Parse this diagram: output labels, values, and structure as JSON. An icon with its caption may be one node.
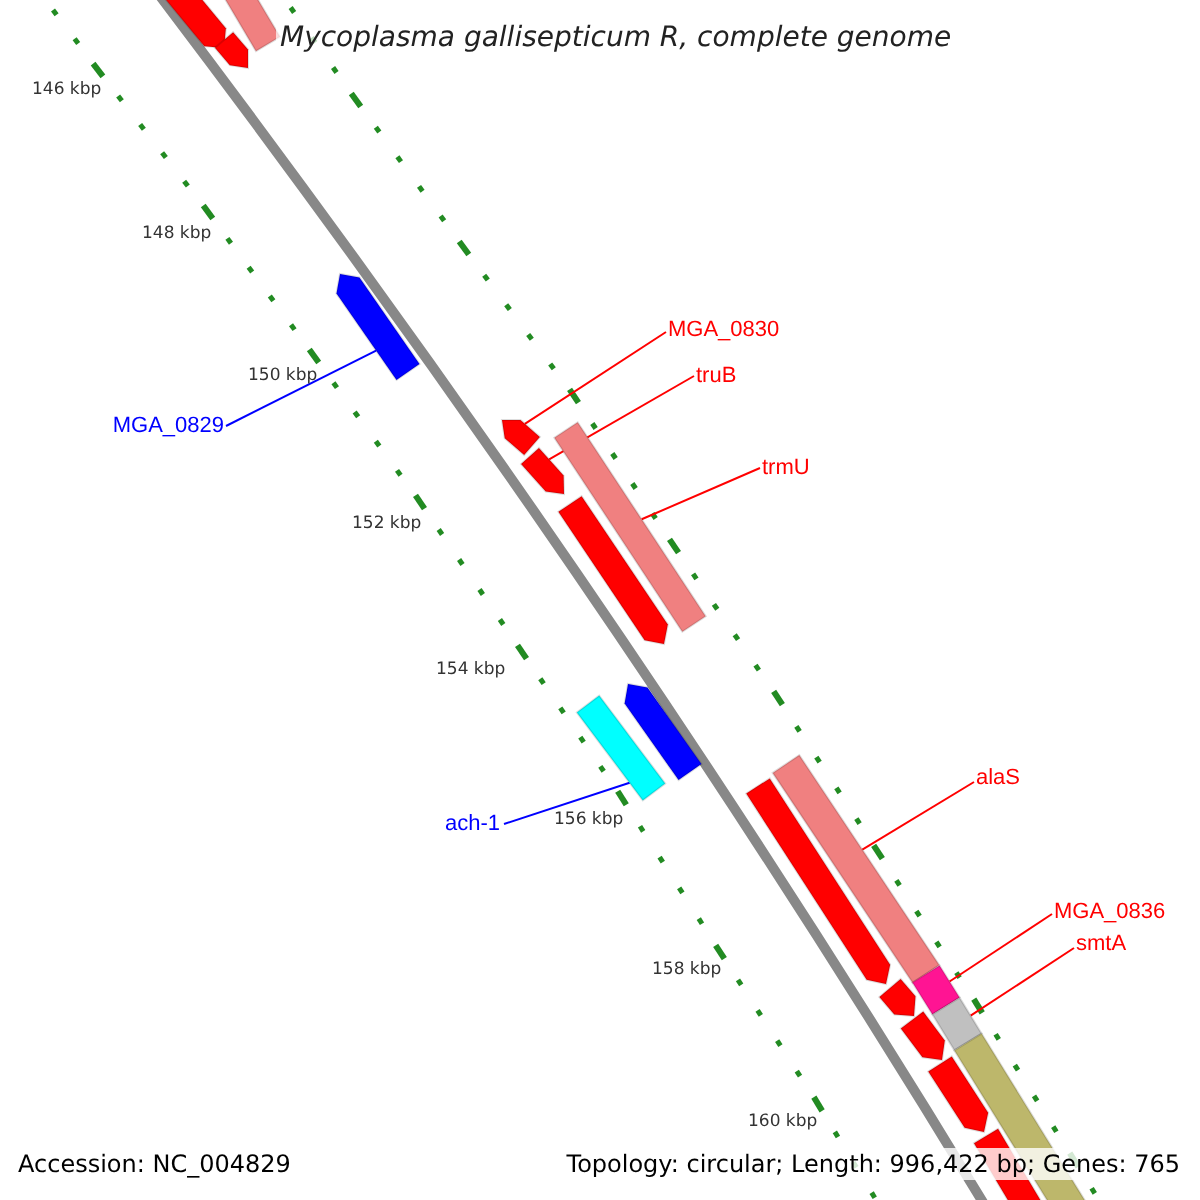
{
  "diagram": {
    "title": "Mycoplasma gallisepticum R, complete genome",
    "nodes": [
      {
        "text": [
          "MGA_0829"
        ]
      },
      {
        "text": [],
        "shape": "arrow"
      },
      {
        "text": [
          "MGA_0830"
        ]
      },
      {
        "text": [],
        "shape": "arrow"
      },
      {
        "text": [
          "truB"
        ]
      },
      {
        "text": [],
        "shape": "arrow"
      },
      {
        "text": [
          "trmU"
        ]
      },
      {
        "text": [],
        "shape": "bar"
      },
      {
        "text": [
          "ach-1"
        ]
      },
      {
        "text": [],
        "shape": "bar"
      },
      {
        "text": [
          "alaS"
        ]
      },
      {
        "text": [],
        "shape": "bar"
      },
      {
        "text": [
          "MGA_0836"
        ]
      },
      {
        "text": [],
        "shape": "bar"
      },
      {
        "text": [
          "smtA"
        ]
      },
      {
        "text": [],
        "shape": "bar"
      },
      {
        "text": [],
        "shape": "arrow"
      },
      {
        "text": [],
        "shape": "arrow"
      },
      {
        "text": [],
        "shape": "bar"
      },
      {
        "text": [],
        "shape": "arrow"
      },
      {
        "text": [],
        "shape": "arrow"
      },
      {
        "text": [],
        "shape": "arrow"
      },
      {
        "text": [],
        "shape": "arrow"
      },
      {
        "text": [],
        "shape": "arrow"
      },
      {
        "text": [],
        "shape": "arrow"
      },
      {
        "text": [],
        "shape": "bar"
      },
      {
        "text": [],
        "shape": "bar"
      }
    ],
    "edges": [
      {
        "from": 0,
        "to": 1,
        "arrow": "none",
        "color": "#0000ff"
      },
      {
        "from": 2,
        "to": 3,
        "arrow": "none"
      },
      {
        "from": 4,
        "to": 5,
        "arrow": "none"
      },
      {
        "from": 6,
        "to": 7,
        "arrow": "none"
      },
      {
        "from": 8,
        "to": 9,
        "arrow": "none",
        "color": "#0000ff"
      },
      {
        "from": 10,
        "to": 11,
        "arrow": "none"
      },
      {
        "from": 12,
        "to": 13,
        "arrow": "none"
      },
      {
        "from": 14,
        "to": 15,
        "arrow": "none"
      }
    ],
    "labels": [
      "146 kbp",
      "148 kbp",
      "150 kbp",
      "152 kbp",
      "154 kbp",
      "156 kbp",
      "158 kbp",
      "160 kbp",
      "Accession: NC_004829",
      "Topology: circular; Length: 996,422 bp; Genes: 765"
    ]
  }
}
